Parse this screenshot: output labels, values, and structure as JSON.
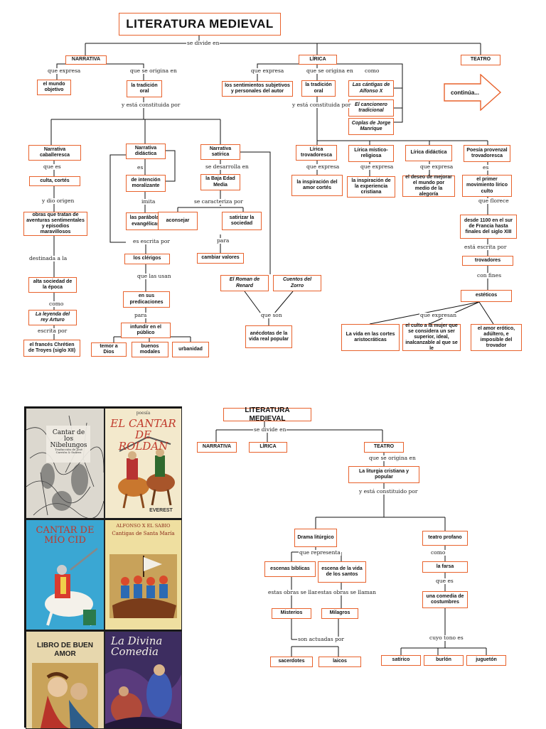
{
  "map1": {
    "title": "LITERATURA MEDIEVAL",
    "divide": "se divide en",
    "narrativa": {
      "label": "NARRATIVA",
      "que_expresa": "que expresa",
      "mundo_objetivo": "el mundo objetivo",
      "que_se_origina": "que se origina en",
      "tradicion_oral": "la tradición oral",
      "constituida": "y está constituida por",
      "caballeresca": "Narrativa caballeresca",
      "que_es": "que es",
      "culta": "culta, cortés",
      "y_dio_origen": "y dio origen",
      "obras": "obras que tratan de aventuras sentimentales y episodios maravillosos",
      "destinadas": "destinada a la",
      "alta_sociedad": "alta sociedad de la época",
      "como": "como",
      "leyenda": "La leyenda del rey Arturo",
      "escrita_por": "escrita por",
      "chretien": "el francés Chrétien de Troyes (siglo XII)",
      "didactica": "Narrativa didáctica",
      "es": "es",
      "intencion": "de intención moralizante",
      "imita": "imita",
      "parabolas": "las parábolas evangélicas",
      "es_escrita": "es escrita por",
      "clerigos": "los clérigos",
      "que_las_usan": "que las usan",
      "predicaciones": "en sus predicaciones",
      "para": "para",
      "infundir": "infundir en el público",
      "temor": "temor a Dios",
      "buenos": "buenos modales",
      "urbanidad": "urbanidad",
      "satirica": "Narrativa satírica",
      "desarrolla": "se desarrolla en",
      "baja_edad": "la Baja Edad Media",
      "caracteriza": "se caracteriza por",
      "aconsejar": "aconsejar",
      "satirizar": "satirizar la sociedad",
      "para2": "para",
      "cambiar": "cambiar valores",
      "renard": "El Roman de Renard",
      "zorro": "Cuentos del Zorro",
      "que_son": "que son",
      "anecdotas": "anécdotas de la vida real popular"
    },
    "lirica": {
      "label": "LÍRICA",
      "que_expresa": "que expresa",
      "sentimientos": "los sentimientos subjetivos y personales del autor",
      "que_se_origina": "que se origina en",
      "tradicion_oral": "la tradición oral",
      "como": "como",
      "cantigas": "Las cántigas de Alfonso X",
      "cancionero": "El cancionero tradicional",
      "coplas": "Coplas de Jorge Manrique",
      "constituida": "y está constituida por",
      "trovadoresca": "Lírica trovadoresca",
      "que_expresa2": "que expresa",
      "inspiracion_amor": "la inspiración del amor cortés",
      "mistico": "Lírica místico-religiosa",
      "que_expresa3": "que expresa",
      "inspiracion_cristiana": "la inspiración de la experiencia cristiana",
      "didactica": "Lírica didáctica",
      "que_expresa4": "que expresa",
      "deseo": "el deseo de mejorar el mundo por medio de la alegoría",
      "provenzal": "Poesía provenzal trovadoresca",
      "es": "es",
      "primer": "el primer movimiento lírico culto",
      "que_florece": "que florece",
      "desde": "desde 1100 en el sur de Francia hasta finales del siglo XIII",
      "esta_escrita": "está escrita por",
      "trovadores": "trovadores",
      "con_fines": "con fines",
      "esteticos": "estéticos",
      "que_expresan": "que expresan",
      "vida": "La vida en las cortes aristocráticas",
      "culto": "el culto a la mujer que se considera un ser superior, ideal, inalcanzable al que se le",
      "amor_erotico": "el amor erótico, adúltero, e imposible del trovador"
    },
    "teatro": {
      "label": "TEATRO",
      "continua": "continúa..."
    }
  },
  "covers": [
    {
      "title": "Cantar de los Nibelungos",
      "sub": "Traducción de José Carrión & Suárez"
    },
    {
      "title": "EL CANTAR DE ROLDÁN",
      "top": "poesía",
      "pub": "EVEREST"
    },
    {
      "title": "CANTAR DE MÍO CID",
      "mid": "DE"
    },
    {
      "title": "Cantigas de Santa María",
      "top": "ALFONSO X EL SABIO"
    },
    {
      "title": "LIBRO DE BUEN AMOR"
    },
    {
      "title": "La Divina Comedia"
    }
  ],
  "map2": {
    "title": "LITERATURA MEDIEVAL",
    "divide": "se divide en",
    "narrativa": "NARRATIVA",
    "lirica": "LÍRICA",
    "teatro": "TEATRO",
    "que_se_origina": "que se origina en",
    "liturgia": "La liturgia cristiana y popular",
    "constituido": "y está constituido por",
    "drama": "Drama litúrgico",
    "que_representa": "que representa",
    "escenas": "escenas bíblicas",
    "escena_santos": "escena de la vida de los santos",
    "estas_obras1": "estas obras se llaman",
    "estas_obras2": "estas obras se llaman",
    "misterios": "Misterios",
    "milagros": "Milagros",
    "actuadas": "son actuadas por",
    "sacerdotes": "sacerdotes",
    "laicos": "laicos",
    "profano": "teatro profano",
    "como": "como",
    "farsa": "la farsa",
    "que_es": "que es",
    "comedia": "una comedia de costumbres",
    "cuyo_tono": "cuyo tono es",
    "satirico": "satírico",
    "burlon": "burlón",
    "juguet": "juguetón"
  },
  "colors": {
    "border": "#e8622c",
    "line": "#111111"
  }
}
